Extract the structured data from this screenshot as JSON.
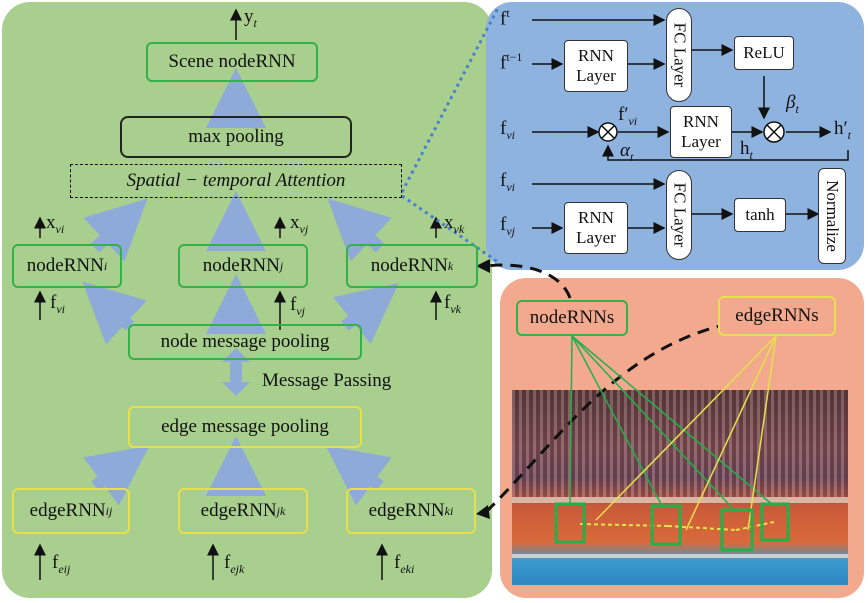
{
  "colors": {
    "left_panel": "#a9cf8e",
    "top_right_panel": "#8fb3df",
    "bottom_right_panel": "#f3a98e",
    "node_box_border": "#33b24a",
    "edge_box_border": "#e6e04a",
    "flow_arrow": "#8eaad9"
  },
  "left": {
    "output_label": "y",
    "output_sub": "t",
    "scene_node": "Scene nodeRNN",
    "max_pool": "max pooling",
    "attention": "Spatial − temporal Attention",
    "node_rnns": [
      {
        "label": "nodeRNN",
        "sub": "i",
        "out": "x",
        "out_sub": "vi",
        "in": "f",
        "in_sub": "vi"
      },
      {
        "label": "nodeRNN",
        "sub": "j",
        "out": "x",
        "out_sub": "vj",
        "in": "f",
        "in_sub": "vj"
      },
      {
        "label": "nodeRNN",
        "sub": "k",
        "out": "x",
        "out_sub": "vk",
        "in": "f",
        "in_sub": "vk"
      }
    ],
    "node_msg_pool": "node message pooling",
    "message_passing": "Message Passing",
    "edge_msg_pool": "edge message pooling",
    "edge_rnns": [
      {
        "label": "edgeRNN",
        "sub": "ij",
        "in": "f",
        "in_sub": "eij"
      },
      {
        "label": "edgeRNN",
        "sub": "jk",
        "in": "f",
        "in_sub": "ejk"
      },
      {
        "label": "edgeRNN",
        "sub": "ki",
        "in": "f",
        "in_sub": "eki"
      }
    ]
  },
  "top_right": {
    "ft": "f",
    "ft_sup": "t",
    "ft1": "f",
    "ft1_sup": "t−1",
    "rnn_layer": "RNN Layer",
    "fc_layer": "FC Layer",
    "relu": "ReLU",
    "beta": "β",
    "beta_sub": "t",
    "fvi": "f",
    "fvi_sub": "vi",
    "fvi_prime": "f′",
    "fvi_prime_sub": "vi",
    "alpha": "α",
    "alpha_sub": "t",
    "ht": "h",
    "ht_sub": "t",
    "ht_prime": "h′",
    "ht_prime_sub": "t",
    "fvj": "f",
    "fvj_sub": "vj",
    "tanh": "tanh",
    "normalize": "Normalize"
  },
  "bottom_right": {
    "node_rnns_label": "nodeRNNs",
    "edge_rnns_label": "edgeRNNs"
  }
}
